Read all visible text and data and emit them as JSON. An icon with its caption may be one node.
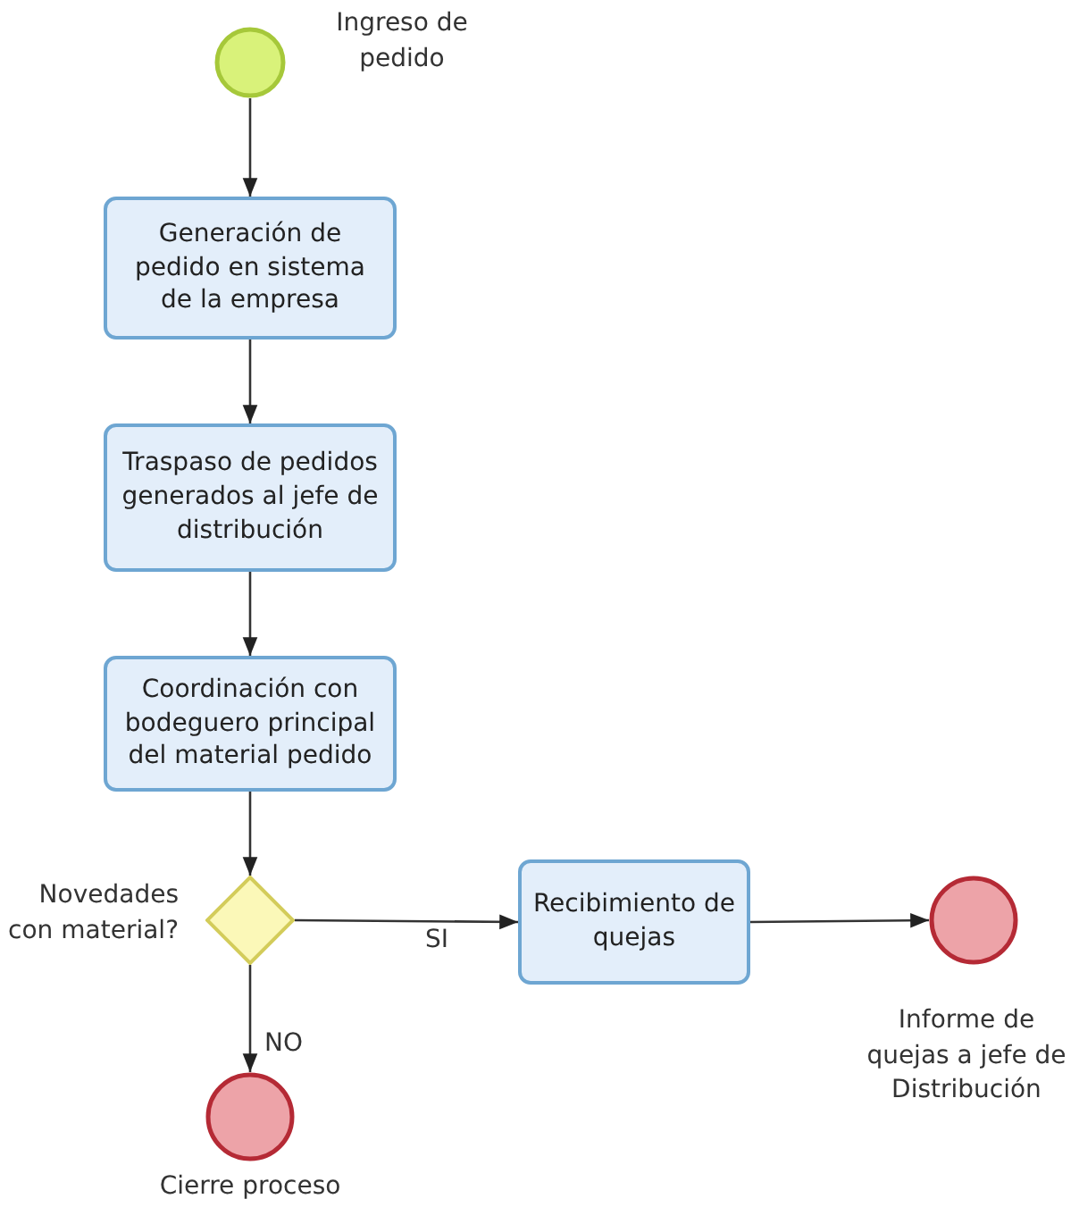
{
  "diagram": {
    "nodes": [
      {
        "text": [],
        "shape": "circle",
        "beside": [
          "Ingreso de pedido"
        ]
      },
      {
        "text": [
          "Generación de pedido en sistema de la empresa"
        ]
      },
      {
        "text": [
          "Traspaso de pedidos generados al jefe de distribución"
        ]
      },
      {
        "text": [
          "Coordinación con bodeguero principal del material pedido"
        ]
      },
      {
        "text": [],
        "shape": "diamond",
        "beside": [
          "Novedades con material?"
        ]
      },
      {
        "text": [
          "Recibimiento de quejas"
        ]
      },
      {
        "text": [],
        "shape": "circle",
        "beside": [
          "Informe de quejas a jefe de Distribución"
        ]
      },
      {
        "text": [],
        "shape": "circle",
        "beside": [
          "Cierre proceso"
        ]
      }
    ],
    "edges": [
      {
        "from": 0,
        "to": 1,
        "arrow": "to"
      },
      {
        "from": 1,
        "to": 2,
        "arrow": "to"
      },
      {
        "from": 2,
        "to": 3,
        "arrow": "to"
      },
      {
        "from": 3,
        "to": 4,
        "arrow": "to"
      },
      {
        "from": 4,
        "to": 5,
        "arrow": "to",
        "label": "SI"
      },
      {
        "from": 5,
        "to": 6,
        "arrow": "to"
      },
      {
        "from": 4,
        "to": 7,
        "arrow": "to",
        "label": "NO"
      }
    ]
  }
}
